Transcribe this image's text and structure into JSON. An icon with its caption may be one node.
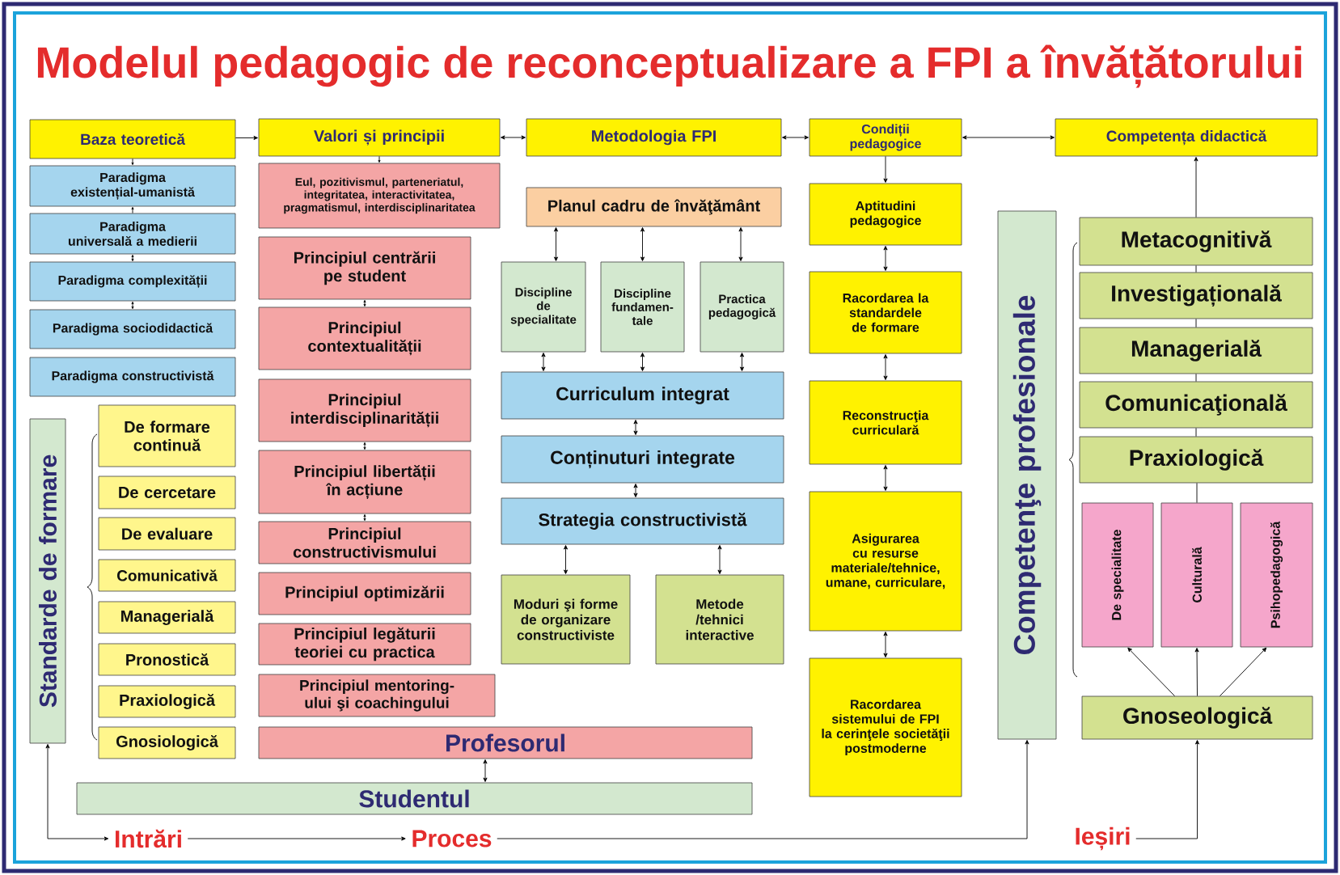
{
  "diagram": {
    "title": "Modelul pedagogic de reconceptualizare a FPI a învățătorului",
    "nodes": [
      {
        "text": [
          "Baza teoretică"
        ]
      },
      {
        "text": [
          "Paradigma existențial-umanistă"
        ]
      },
      {
        "text": [
          "Paradigma universală a medierii"
        ]
      },
      {
        "text": [
          "Paradigma complexității"
        ]
      },
      {
        "text": [
          "Paradigma sociodidactică"
        ]
      },
      {
        "text": [
          "Paradigma constructivistă"
        ]
      },
      {
        "text": [
          "Standarde de formare"
        ]
      },
      {
        "text": [
          "De formare continuă"
        ]
      },
      {
        "text": [
          "De cercetare"
        ]
      },
      {
        "text": [
          "De evaluare"
        ]
      },
      {
        "text": [
          "Comunicativă"
        ]
      },
      {
        "text": [
          "Managerială"
        ]
      },
      {
        "text": [
          "Pronostică"
        ]
      },
      {
        "text": [
          "Praxiologică"
        ]
      },
      {
        "text": [
          "Gnosiologică"
        ]
      },
      {
        "text": [
          "Valori și principii"
        ]
      },
      {
        "text": [
          "Eul, pozitivismul, parteneriatul, integritatea, interactivitatea, pragmatismul, interdisciplinaritatea"
        ]
      },
      {
        "text": [
          "Principiul centrării pe student"
        ]
      },
      {
        "text": [
          "Principiul contextualității"
        ]
      },
      {
        "text": [
          "Principiul interdisciplinarității"
        ]
      },
      {
        "text": [
          "Principiul libertății în acțiune"
        ]
      },
      {
        "text": [
          "Principiul constructivismului"
        ]
      },
      {
        "text": [
          "Principiul optimizării"
        ]
      },
      {
        "text": [
          "Principiul legăturii teoriei cu practica"
        ]
      },
      {
        "text": [
          "Principiul mentoring-ului şi coachingului"
        ]
      },
      {
        "text": [
          "Profesorul"
        ]
      },
      {
        "text": [
          "Studentul"
        ]
      },
      {
        "text": [
          "Metodologia FPI"
        ]
      },
      {
        "text": [
          "Planul cadru de învăţământ"
        ]
      },
      {
        "text": [
          "Discipline de specialitate"
        ]
      },
      {
        "text": [
          "Discipline fundamen-tale"
        ]
      },
      {
        "text": [
          "Practica pedagogică"
        ]
      },
      {
        "text": [
          "Curriculum integrat"
        ]
      },
      {
        "text": [
          "Conținuturi integrate"
        ]
      },
      {
        "text": [
          "Strategia constructivistă"
        ]
      },
      {
        "text": [
          "Moduri şi forme de organizare constructiviste"
        ]
      },
      {
        "text": [
          "Metode /tehnici interactive"
        ]
      },
      {
        "text": [
          "Condiții pedagogice"
        ]
      },
      {
        "text": [
          "Aptitudini pedagogice"
        ]
      },
      {
        "text": [
          "Racordarea la standardele de formare"
        ]
      },
      {
        "text": [
          "Reconstrucţia curriculară"
        ]
      },
      {
        "text": [
          "Asigurarea cu resurse materiale/tehnice, umane, curriculare,"
        ]
      },
      {
        "text": [
          "Racordarea sistemului de FPI la cerinţele societăţii postmoderne"
        ]
      },
      {
        "text": [
          "Competența didactică"
        ]
      },
      {
        "text": [
          "Competenţe profesionale"
        ]
      },
      {
        "text": [
          "Metacognitivă"
        ]
      },
      {
        "text": [
          "Investigațională"
        ]
      },
      {
        "text": [
          "Managerială"
        ]
      },
      {
        "text": [
          "Comunicaţională"
        ]
      },
      {
        "text": [
          "Praxiologică"
        ]
      },
      {
        "text": [
          "De specialitate"
        ]
      },
      {
        "text": [
          "Culturală"
        ]
      },
      {
        "text": [
          "Psihopedagogică"
        ]
      },
      {
        "text": [
          "Gnoseologică"
        ]
      },
      {
        "text": [
          "Intrări"
        ]
      },
      {
        "text": [
          "Proces"
        ]
      },
      {
        "text": [
          "Ieșiri"
        ]
      }
    ],
    "edges": [
      {
        "from": 0,
        "to": 15,
        "arrow": "to"
      },
      {
        "from": 15,
        "to": 27,
        "arrow": "both"
      },
      {
        "from": 27,
        "to": 37,
        "arrow": "both"
      },
      {
        "from": 37,
        "to": 43,
        "arrow": "both"
      },
      {
        "from": 0,
        "to": 1,
        "arrow": "to"
      },
      {
        "from": 2,
        "to": 1,
        "arrow": "to"
      },
      {
        "from": 2,
        "to": 3,
        "arrow": "both"
      },
      {
        "from": 3,
        "to": 4,
        "arrow": "both"
      },
      {
        "from": 15,
        "to": 16,
        "arrow": "to"
      },
      {
        "from": 17,
        "to": 18,
        "arrow": "both"
      },
      {
        "from": 19,
        "to": 20,
        "arrow": "both"
      },
      {
        "from": 20,
        "to": 21,
        "arrow": "both"
      },
      {
        "from": 25,
        "to": 26,
        "arrow": "both"
      },
      {
        "from": 28,
        "to": 29,
        "arrow": "both"
      },
      {
        "from": 28,
        "to": 30,
        "arrow": "both"
      },
      {
        "from": 28,
        "to": 31,
        "arrow": "both"
      },
      {
        "from": 29,
        "to": 32,
        "arrow": "both"
      },
      {
        "from": 30,
        "to": 32,
        "arrow": "both"
      },
      {
        "from": 31,
        "to": 32,
        "arrow": "both"
      },
      {
        "from": 32,
        "to": 33,
        "arrow": "both"
      },
      {
        "from": 33,
        "to": 34,
        "arrow": "both"
      },
      {
        "from": 34,
        "to": 35,
        "arrow": "both"
      },
      {
        "from": 34,
        "to": 36,
        "arrow": "both"
      },
      {
        "from": 37,
        "to": 38,
        "arrow": "to"
      },
      {
        "from": 38,
        "to": 39,
        "arrow": "both"
      },
      {
        "from": 39,
        "to": 40,
        "arrow": "both"
      },
      {
        "from": 40,
        "to": 41,
        "arrow": "both"
      },
      {
        "from": 41,
        "to": 42,
        "arrow": "both"
      },
      {
        "from": 45,
        "to": 43,
        "arrow": "to"
      },
      {
        "from": 45,
        "to": 46,
        "arrow": "none"
      },
      {
        "from": 46,
        "to": 47,
        "arrow": "none"
      },
      {
        "from": 47,
        "to": 48,
        "arrow": "none"
      },
      {
        "from": 48,
        "to": 49,
        "arrow": "none"
      },
      {
        "from": 49,
        "to": 51,
        "arrow": "none"
      },
      {
        "from": 53,
        "to": 50,
        "arrow": "to"
      },
      {
        "from": 53,
        "to": 51,
        "arrow": "to"
      },
      {
        "from": 53,
        "to": 52,
        "arrow": "to"
      },
      {
        "from": 6,
        "to": 54,
        "arrow": "both"
      },
      {
        "from": 54,
        "to": 55,
        "arrow": "to"
      },
      {
        "from": 55,
        "to": 44,
        "arrow": "to"
      },
      {
        "from": 56,
        "to": 53,
        "arrow": "to"
      }
    ]
  }
}
